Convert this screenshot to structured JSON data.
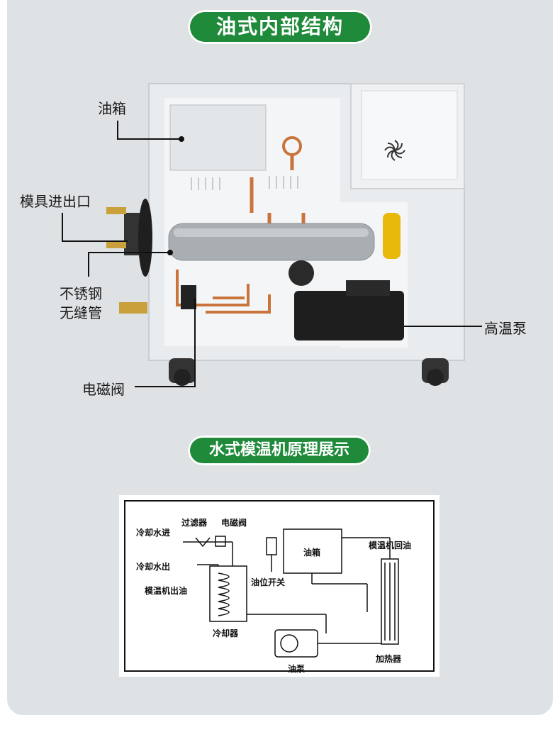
{
  "section1": {
    "title": "油式内部结构",
    "labels": {
      "oil_tank": "油箱",
      "mold_port": "模具进出口",
      "steel_pipe_line1": "不锈钢",
      "steel_pipe_line2": "无缝管",
      "solenoid_valve": "电磁阀",
      "high_temp_pump": "高温泵"
    }
  },
  "section2": {
    "title": "水式模温机原理展示",
    "diagram": {
      "cooling_in": "冷却水进",
      "filter": "过滤器",
      "solenoid": "电磁阀",
      "cooling_out": "冷却水出",
      "oil_out": "模温机出油",
      "level_switch": "油位开关",
      "tank": "油箱",
      "oil_return": "模温机回油",
      "cooler": "冷却器",
      "pump": "油泵",
      "heater": "加热器"
    }
  },
  "colors": {
    "accent": "#1f8a3a",
    "panel": "#dfe2e5"
  }
}
